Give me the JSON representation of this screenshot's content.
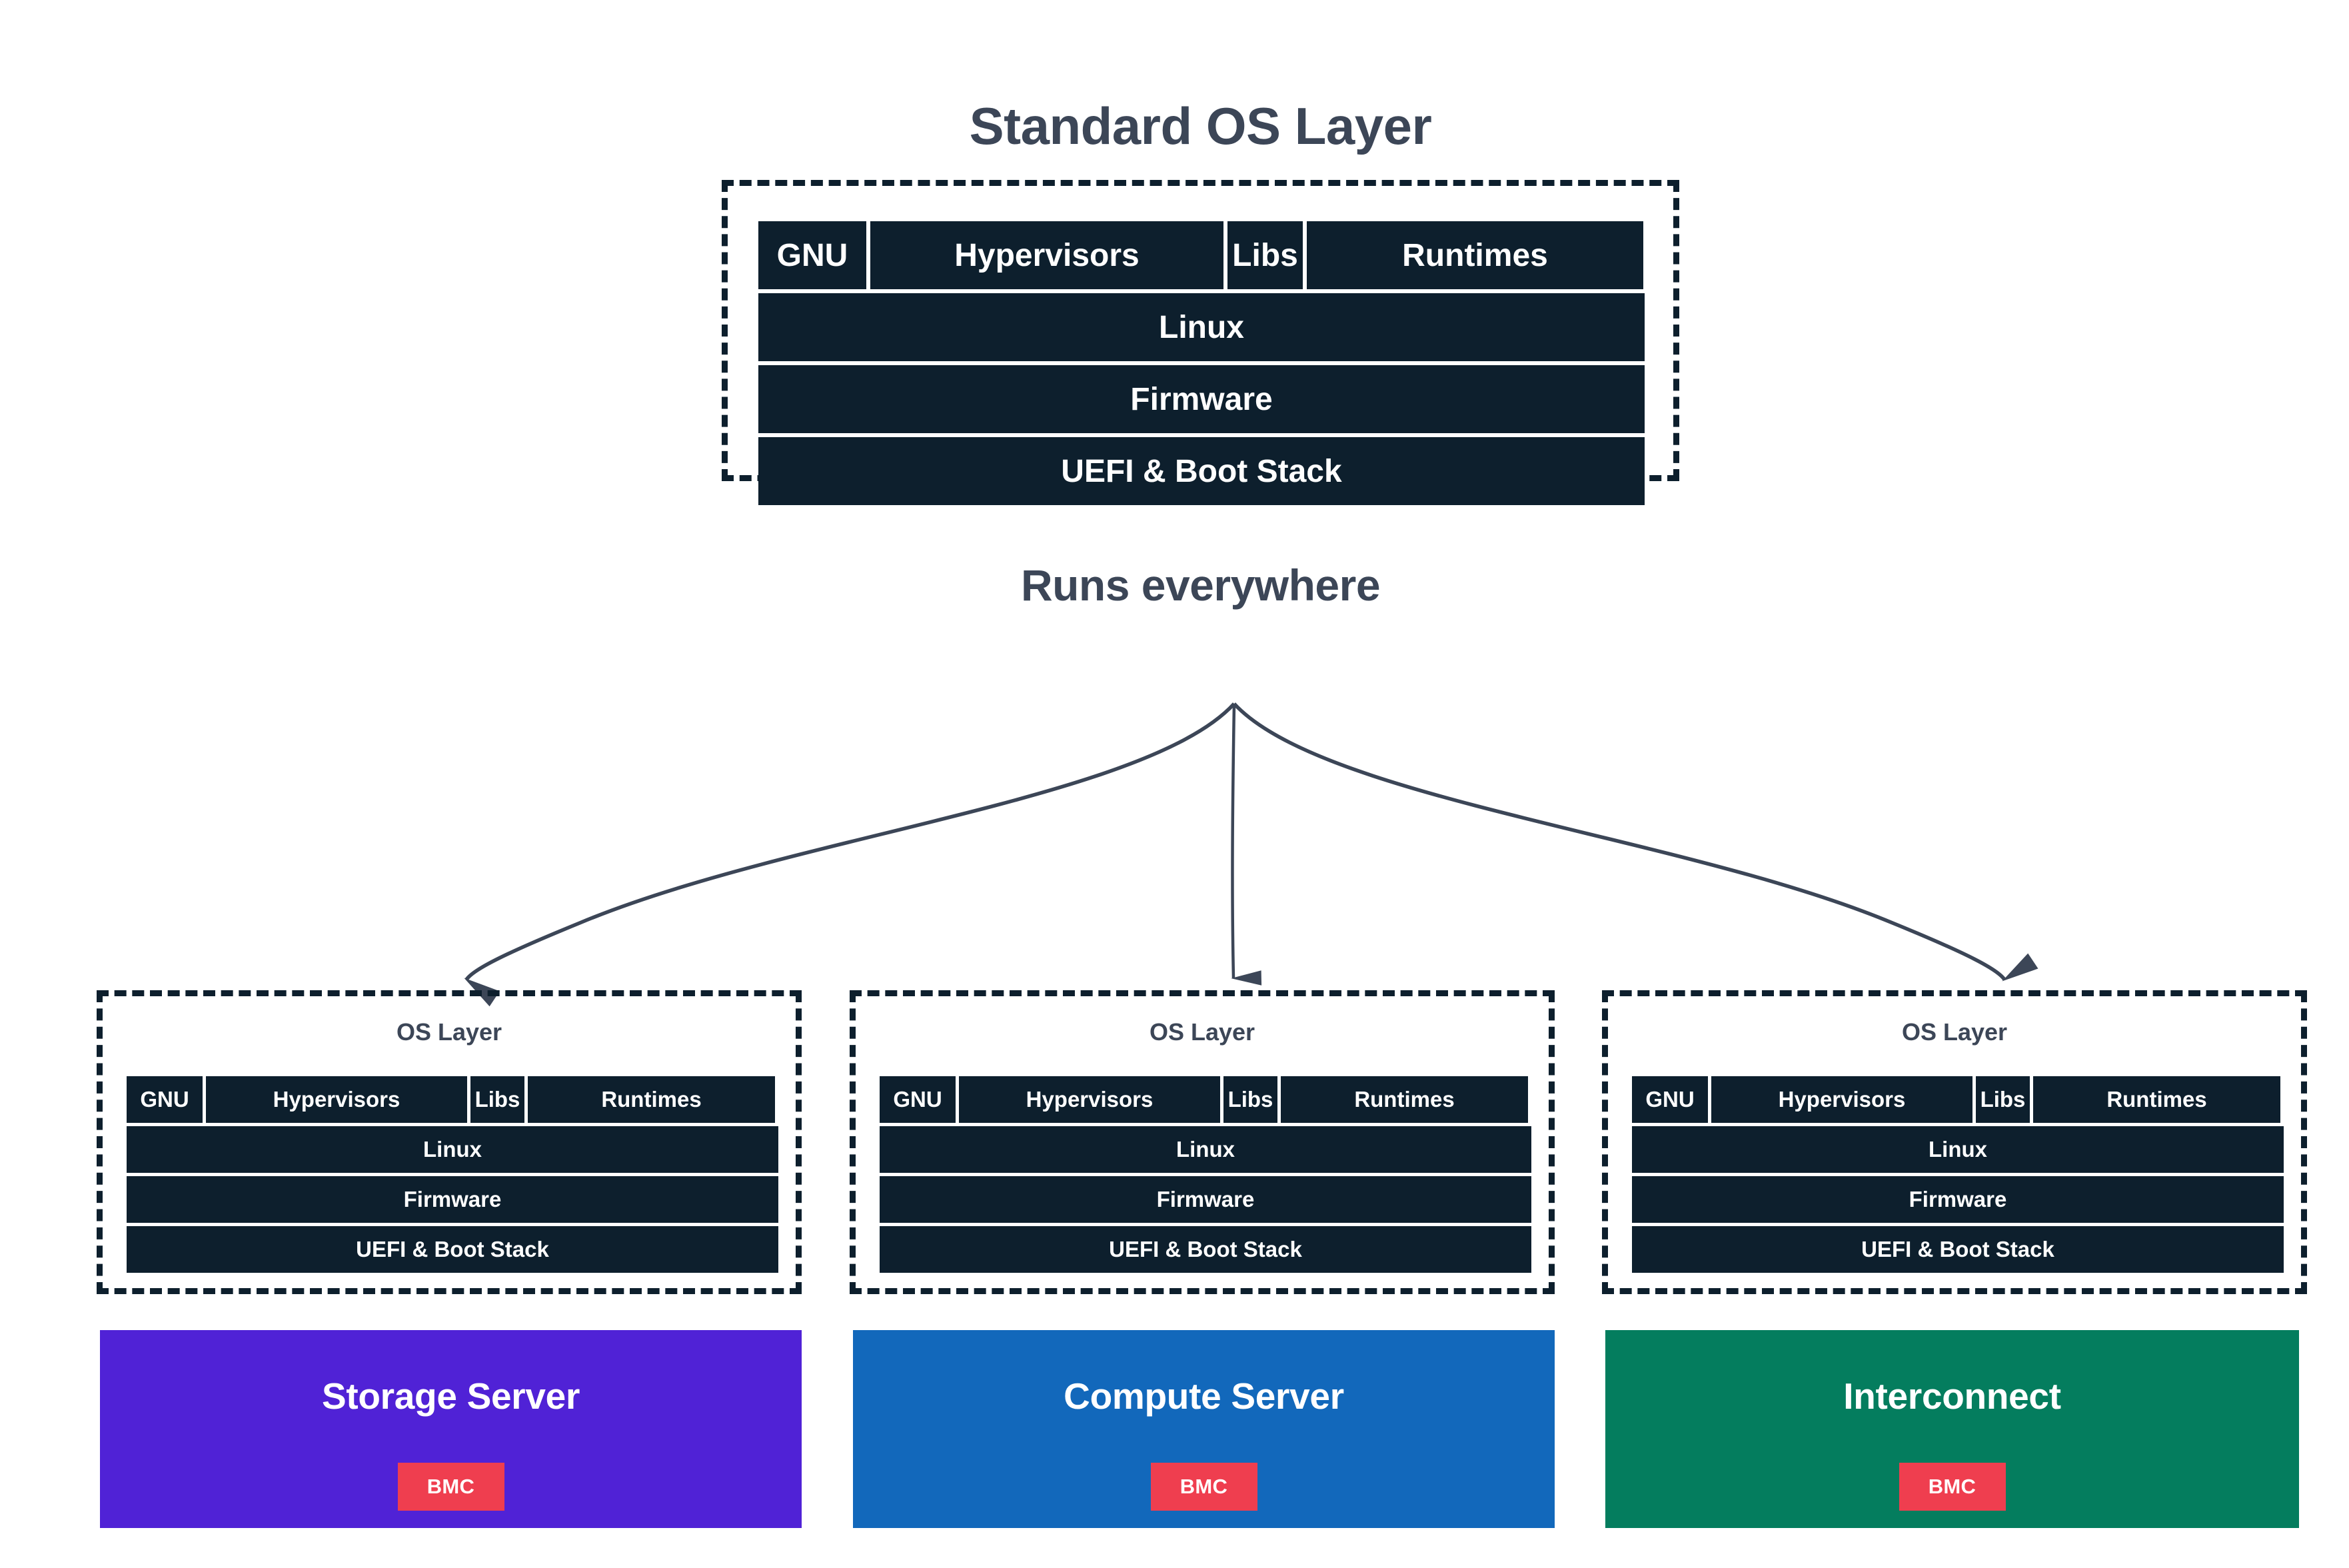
{
  "diagram": {
    "title": "Standard OS Layer",
    "subtitle": "Runs everywhere",
    "colors": {
      "ink": "#0d1f2d",
      "heading": "#3c4657",
      "storage_server": "#5022d6",
      "compute_server": "#1268bb",
      "interconnect": "#047d5e",
      "bmc_badge": "#ef3e4f",
      "background": "#ffffff"
    }
  },
  "standard_stack": {
    "label": "Standard OS Layer",
    "top_row": [
      {
        "label": "GNU"
      },
      {
        "label": "Hypervisors"
      },
      {
        "label": "Libs"
      },
      {
        "label": "Runtimes"
      }
    ],
    "rows": [
      {
        "label": "Linux"
      },
      {
        "label": "Firmware"
      },
      {
        "label": "UEFI & Boot Stack"
      }
    ]
  },
  "targets": [
    {
      "os_layer_caption": "OS Layer",
      "top_row": [
        {
          "label": "GNU"
        },
        {
          "label": "Hypervisors"
        },
        {
          "label": "Libs"
        },
        {
          "label": "Runtimes"
        }
      ],
      "rows": [
        {
          "label": "Linux"
        },
        {
          "label": "Firmware"
        },
        {
          "label": "UEFI & Boot Stack"
        }
      ],
      "hardware": {
        "name": "Storage Server",
        "color": "#5022d6",
        "badge": "BMC"
      }
    },
    {
      "os_layer_caption": "OS Layer",
      "top_row": [
        {
          "label": "GNU"
        },
        {
          "label": "Hypervisors"
        },
        {
          "label": "Libs"
        },
        {
          "label": "Runtimes"
        }
      ],
      "rows": [
        {
          "label": "Linux"
        },
        {
          "label": "Firmware"
        },
        {
          "label": "UEFI & Boot Stack"
        }
      ],
      "hardware": {
        "name": "Compute Server",
        "color": "#1268bb",
        "badge": "BMC"
      }
    },
    {
      "os_layer_caption": "OS Layer",
      "top_row": [
        {
          "label": "GNU"
        },
        {
          "label": "Hypervisors"
        },
        {
          "label": "Libs"
        },
        {
          "label": "Runtimes"
        }
      ],
      "rows": [
        {
          "label": "Linux"
        },
        {
          "label": "Firmware"
        },
        {
          "label": "UEFI & Boot Stack"
        }
      ],
      "hardware": {
        "name": "Interconnect",
        "color": "#047d5e",
        "badge": "BMC"
      }
    }
  ]
}
